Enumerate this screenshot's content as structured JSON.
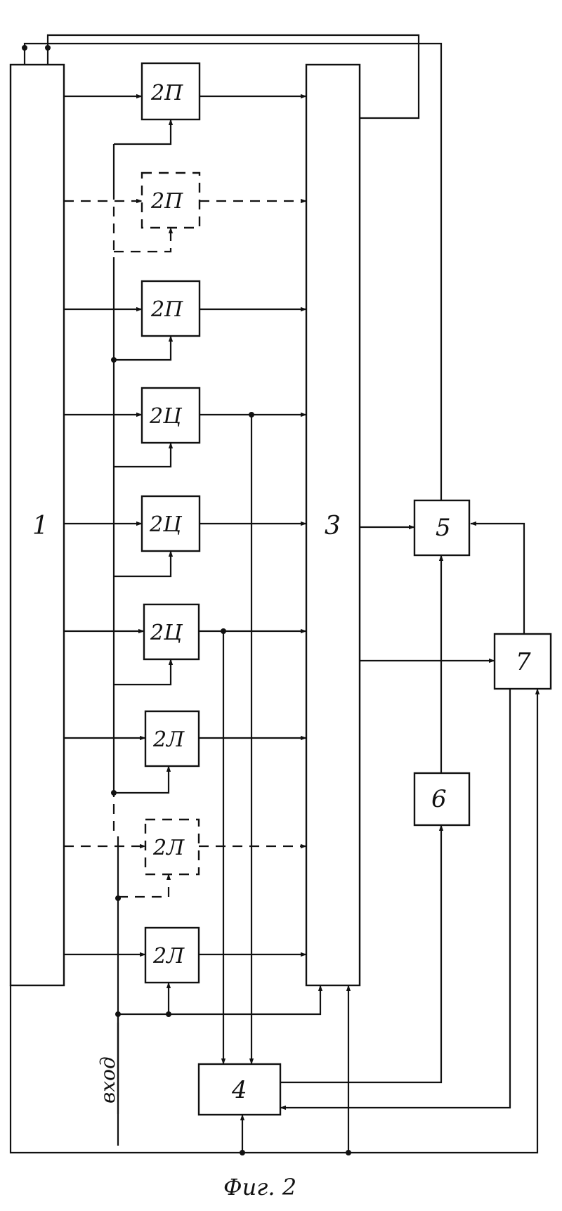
{
  "diagram": {
    "blocks": {
      "b1": "1",
      "b3": "3",
      "b4": "4",
      "b5": "5",
      "b6": "6",
      "b7": "7",
      "p_top": "2П",
      "p_mid": "2П",
      "p_low": "2П",
      "c_top": "2Ц",
      "c_mid": "2Ц",
      "c_low": "2Ц",
      "l_top": "2Л",
      "l_mid": "2Л",
      "l_low": "2Л"
    },
    "input_label": "вход",
    "caption": "Фиг. 2",
    "colors": {
      "ink": "#111111",
      "paper": "#ffffff"
    }
  }
}
